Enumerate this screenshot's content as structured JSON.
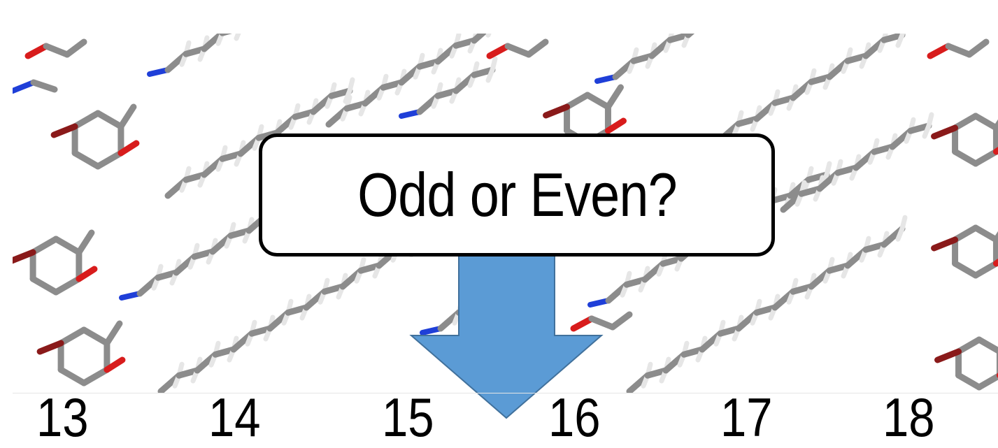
{
  "callout": {
    "text": "Odd or Even?"
  },
  "numbers": [
    "13",
    "14",
    "15",
    "16",
    "17",
    "18"
  ],
  "colors": {
    "arrow": "#5b9bd5",
    "carbon": "#7a7a7a",
    "hydrogen": "#e6e6e6",
    "nitrogen": "#1f3fd8",
    "oxygen": "#d81c1c",
    "bromine": "#8a1a1a"
  },
  "arrow": {
    "direction": "down"
  }
}
